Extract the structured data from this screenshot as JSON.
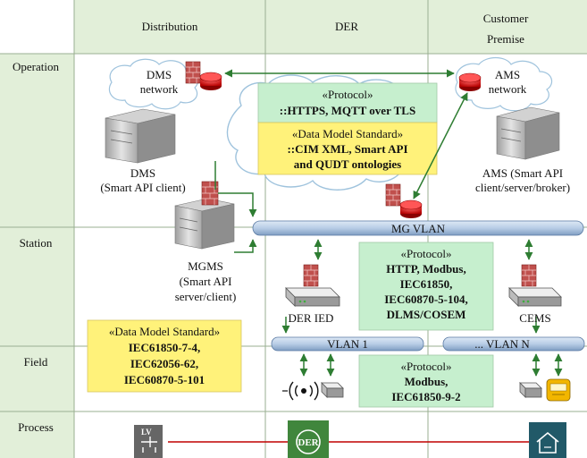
{
  "columns": {
    "distribution": "Distribution",
    "der": "DER",
    "customer_premise": [
      "Customer",
      "Premise"
    ]
  },
  "rows": {
    "operation": "Operation",
    "station": "Station",
    "field": "Field",
    "process": "Process"
  },
  "clouds": {
    "dms_network": [
      "DMS",
      "network"
    ],
    "ams_network": [
      "AMS",
      "network"
    ]
  },
  "devices": {
    "dms": [
      "DMS",
      "(Smart API client)"
    ],
    "ams": [
      "AMS (Smart API",
      "client/server/broker)"
    ],
    "mgms": [
      "MGMS",
      "(Smart API",
      "server/client)"
    ],
    "der_ied": "DER IED",
    "cems": "CEMS"
  },
  "buses": {
    "mg_vlan": "MG VLAN",
    "vlan_1": "VLAN 1",
    "vlan_n": "... VLAN N"
  },
  "boxes": {
    "op_protocol_title": "«Protocol»",
    "op_protocol_body": "::HTTPS, MQTT over TLS",
    "op_dms_title": "«Data Model Standard»",
    "op_dms_body": [
      "::CIM XML, Smart API",
      "and QUDT ontologies"
    ],
    "station_protocol_title": "«Protocol»",
    "station_protocol_body": [
      "HTTP, Modbus,",
      "IEC61850,",
      "IEC60870-5-104,",
      "DLMS/COSEM"
    ],
    "field_dms_title": "«Data Model Standard»",
    "field_dms_body": [
      "IEC61850-7-4,",
      "IEC62056-62,",
      "IEC60870-5-101"
    ],
    "field_protocol_title": "«Protocol»",
    "field_protocol_body": [
      "Modbus,",
      "IEC61850-9-2"
    ]
  },
  "process_icons": {
    "lv": "LV",
    "der": "DER"
  },
  "colors": {
    "header_fill": "#e2efd9",
    "green_box": "#c6efce",
    "yellow_box": "#fff27a",
    "link_green": "#2e7d32",
    "power_line": "#c00000",
    "router_red": "#d40000",
    "bus_blue": "#c5d9ef",
    "process_icon_fill": "#40863c",
    "process_icon_dark": "#215968"
  }
}
